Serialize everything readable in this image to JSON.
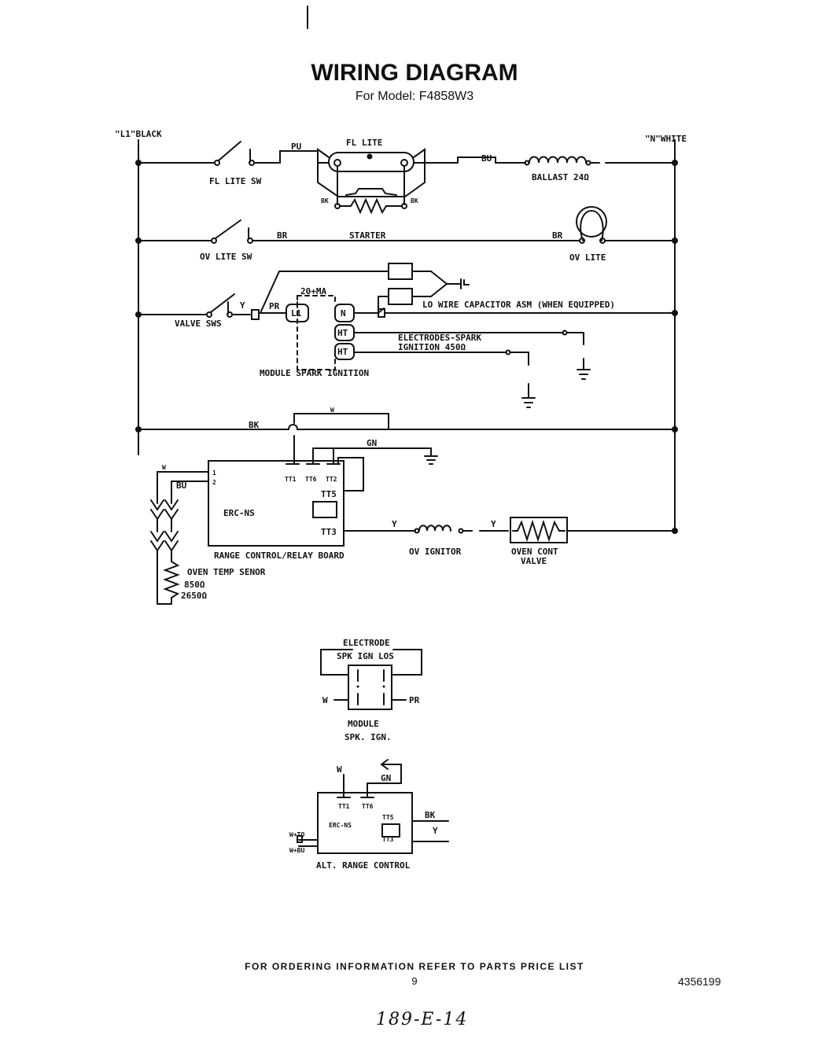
{
  "header": {
    "title": "WIRING DIAGRAM",
    "subtitle": "For Model: F4858W3"
  },
  "rails": {
    "l1": "\"L1\"BLACK",
    "n": "\"N\"WHITE"
  },
  "labels": {
    "pu": "PU",
    "fl_lite": "FL LITE",
    "bu_top": "BU",
    "ballast": "BALLAST 24Ω",
    "fl_lite_sw": "FL LITE SW",
    "bk_left": "BK",
    "bk_right": "BK",
    "starter": "STARTER",
    "br_left": "BR",
    "br_right": "BR",
    "ov_lite_sw": "OV LITE SW",
    "ov_lite": "OV LITE",
    "y_valve": "Y",
    "pr": "PR",
    "rating": "20+MA",
    "l1_term": "L1",
    "n_term": "N",
    "ht1": "HT",
    "ht2": "HT",
    "capacitor": "LO WIRE CAPACITOR ASM (WHEN EQUIPPED)",
    "valve_sws": "VALVE SWS",
    "electrodes_1": "ELECTRODES-SPARK",
    "electrodes_2": "IGNITION 450Ω",
    "module_spark": "MODULE SPARK IGNITION",
    "w_top": "W",
    "bk_mid": "BK",
    "gn": "GN",
    "w_left": "W",
    "bu_left": "BU",
    "t1": "1",
    "t2": "2",
    "tt1": "TT1",
    "tt6": "TT6",
    "tt2": "TT2",
    "tt5": "TT5",
    "tt3": "TT3",
    "erc": "ERC-NS",
    "y_ign": "Y",
    "y_valve2": "Y",
    "board": "RANGE CONTROL/RELAY BOARD",
    "ov_ignitor": "OV IGNITOR",
    "oven_cont_1": "OVEN CONT",
    "oven_cont_2": "VALVE",
    "oven_temp": "OVEN TEMP SENOR",
    "r850": "850Ω",
    "r2650": "2650Ω"
  },
  "module_detail": {
    "electrode": "ELECTRODE",
    "spk_ign_los": "SPK IGN LOS",
    "w": "W",
    "pr": "PR",
    "module": "MODULE",
    "spk_ign": "SPK. IGN."
  },
  "alt_control": {
    "w": "W",
    "gn": "GN",
    "tt1": "TT1",
    "tt6": "TT6",
    "erc": "ERC-NS",
    "tt5": "TT5",
    "tt3": "TT3",
    "bk": "BK",
    "y": "Y",
    "wto": "W+TO",
    "wtbu": "W+BU",
    "caption": "ALT. RANGE CONTROL"
  },
  "footer": {
    "ordering": "FOR ORDERING INFORMATION REFER TO PARTS PRICE LIST",
    "page": "9",
    "doc": "4356199",
    "handwritten": "189-E-14"
  }
}
